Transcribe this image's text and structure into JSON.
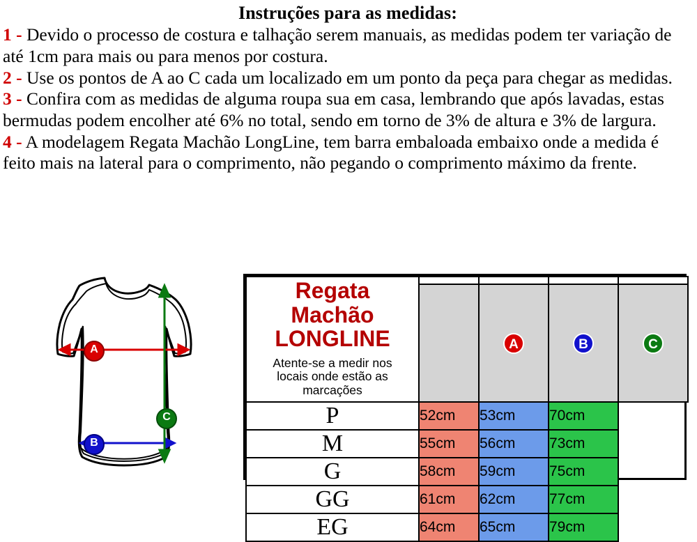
{
  "instructions": {
    "title": "Instruções para as medidas:",
    "items": [
      {
        "num": "1 -",
        "text": "Devido o processo de costura e talhação serem manuais, as medidas podem ter variação de até 1cm para mais ou para menos por costura."
      },
      {
        "num": "2 -",
        "text": "Use os pontos de A ao C cada um localizado em um ponto da peça para chegar as medidas."
      },
      {
        "num": "3 -",
        "text": "Confira com as medidas de alguma roupa sua em casa, lembrando que após lavadas, estas bermudas podem encolher até 6% no total, sendo em torno de 3% de altura e 3% de largura."
      },
      {
        "num": "4 -",
        "text": "A modelagem Regata Machão LongLine, tem barra embaloada embaixo onde a medida é feito mais na lateral para o comprimento, não pegando o comprimento máximo da frente."
      }
    ]
  },
  "diagram": {
    "name": "shirt-measurement-diagram",
    "markers": [
      {
        "id": "A",
        "label": "A",
        "color": "#d90000",
        "direction": "horizontal"
      },
      {
        "id": "B",
        "label": "B",
        "color": "#1111cc",
        "direction": "horizontal"
      },
      {
        "id": "C",
        "label": "C",
        "color": "#0b7a12",
        "direction": "vertical"
      }
    ]
  },
  "table": {
    "brand_title": "Regata\nMachão\nLONGLINE",
    "brand_title_lines": [
      "Regata",
      "Machão",
      "LONGLINE"
    ],
    "brand_subtitle_lines": [
      "Atente-se a medir nos",
      "locais onde estão as",
      "marcações"
    ],
    "headers": [
      "",
      "A",
      "B",
      "C"
    ],
    "header_colors": {
      "A": "#d90000",
      "B": "#1111cc",
      "C": "#0b7a12"
    },
    "cell_colors": {
      "A": "#ef8472",
      "B": "#6c9bea",
      "C": "#2bc44a"
    },
    "rows": [
      {
        "size": "P",
        "a": "52cm",
        "b": "53cm",
        "c": "70cm"
      },
      {
        "size": "M",
        "a": "55cm",
        "b": "56cm",
        "c": "73cm"
      },
      {
        "size": "G",
        "a": "58cm",
        "b": "59cm",
        "c": "75cm"
      },
      {
        "size": "GG",
        "a": "61cm",
        "b": "62cm",
        "c": "77cm"
      },
      {
        "size": "EG",
        "a": "64cm",
        "b": "65cm",
        "c": "79cm"
      }
    ]
  }
}
